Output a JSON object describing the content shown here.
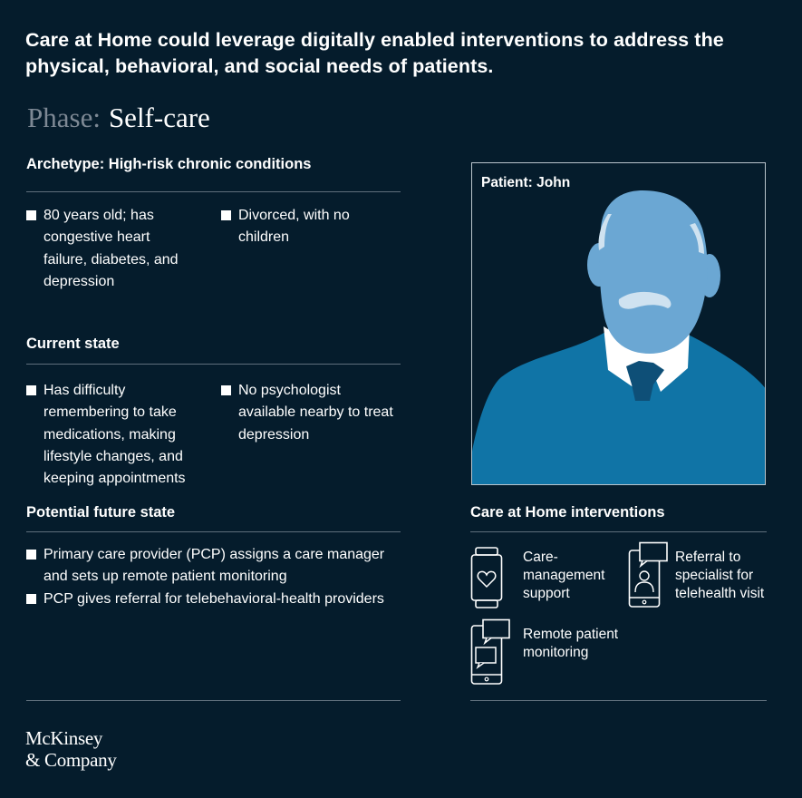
{
  "headline": "Care at Home could leverage digitally enabled interventions to address the physical, behavioral, and social needs of patients.",
  "phase": {
    "label": "Phase:",
    "value": "Self-care"
  },
  "archetype": {
    "title": "Archetype: High-risk chronic conditions",
    "items": [
      "80 years old; has congestive heart failure, diabetes, and depression",
      "Divorced, with no children"
    ]
  },
  "current_state": {
    "title": "Current state",
    "items": [
      "Has difficulty remembering to take medications, making lifestyle changes, and keeping appointments",
      "No psychologist available nearby to treat depression"
    ]
  },
  "future_state": {
    "title": "Potential future state",
    "items": [
      "Primary care provider (PCP) assigns a care manager and sets up remote patient monitoring",
      "PCP gives referral for telebehavioral-health providers"
    ]
  },
  "patient": {
    "title": "Patient: John"
  },
  "interventions": {
    "title": "Care at Home interventions",
    "items": [
      {
        "label": "Care-management support",
        "icon": "smartwatch-heart-icon"
      },
      {
        "label": "Referral to specialist for telehealth visit",
        "icon": "phone-video-call-icon"
      },
      {
        "label": "Remote patient monitoring",
        "icon": "phone-chat-icon"
      }
    ]
  },
  "logo": {
    "line1": "McKinsey",
    "line2": "& Company"
  },
  "colors": {
    "background": "#051c2c",
    "face": "#6ba7d3",
    "shirt": "#1074a6",
    "collar": "#ffffff",
    "tie": "#0e4f77",
    "rule": "#5f6f7c"
  }
}
